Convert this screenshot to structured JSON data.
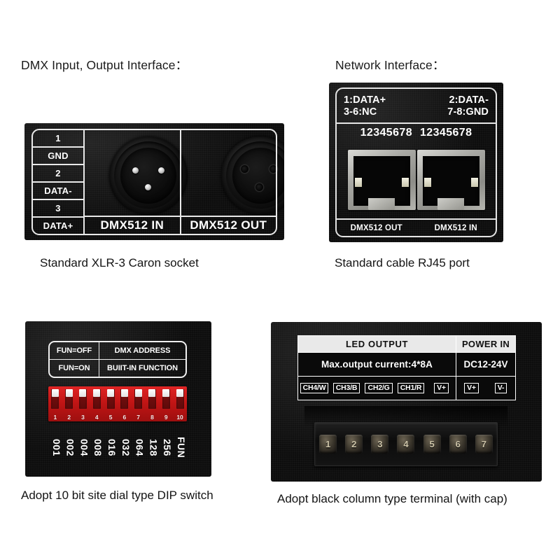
{
  "sections": {
    "dmx_interface": {
      "heading": "DMX Input, Output Interface：",
      "caption": "Standard XLR-3 Caron socket",
      "pin_labels": [
        "1",
        "GND",
        "2",
        "DATA-",
        "3",
        "DATA+"
      ],
      "connectors": [
        {
          "label": "DMX512 IN",
          "type": "male"
        },
        {
          "label": "DMX512 OUT",
          "type": "female"
        }
      ]
    },
    "network_interface": {
      "heading": "Network Interface：",
      "caption": "Standard cable RJ45 port",
      "pinmap": [
        {
          "left": "1:DATA+",
          "right": "2:DATA-"
        },
        {
          "left": "3-6:NC",
          "right": "7-8:GND"
        }
      ],
      "pin_numbers": [
        "12345678",
        "12345678"
      ],
      "port_labels": [
        "DMX512 OUT",
        "DMX512 IN"
      ]
    },
    "dip_switch": {
      "caption": "Adopt 10 bit site dial type DIP switch",
      "mode_table": [
        {
          "mode": "FUN=OFF",
          "meaning": "DMX ADDRESS"
        },
        {
          "mode": "FUN=ON",
          "meaning": "BUIIT-IN FUNCTION"
        }
      ],
      "switch_numbers": [
        "1",
        "2",
        "3",
        "4",
        "5",
        "6",
        "7",
        "8",
        "9",
        "10"
      ],
      "switch_weights": [
        "001",
        "002",
        "004",
        "008",
        "016",
        "032",
        "064",
        "128",
        "256",
        "FUN"
      ],
      "switch_color": "#c21515",
      "lever_color": "#ffffff"
    },
    "terminal": {
      "caption": "Adopt black column type terminal (with cap)",
      "headers": {
        "led": "LED OUTPUT",
        "power": "POWER IN"
      },
      "specs": {
        "led": "Max.output current:4*8A",
        "power": "DC12-24V"
      },
      "led_channels": [
        "CH4/W",
        "CH3/B",
        "CH2/G",
        "CH1/R",
        "V+"
      ],
      "power_channels": [
        "V+",
        "V-"
      ],
      "screw_numbers": [
        "1",
        "2",
        "3",
        "4",
        "5",
        "6",
        "7"
      ]
    }
  },
  "colors": {
    "panel_black": "#0b0b0b",
    "label_white": "#ffffff",
    "dip_red": "#c21515",
    "metal_silver": "#a9a9a4"
  }
}
